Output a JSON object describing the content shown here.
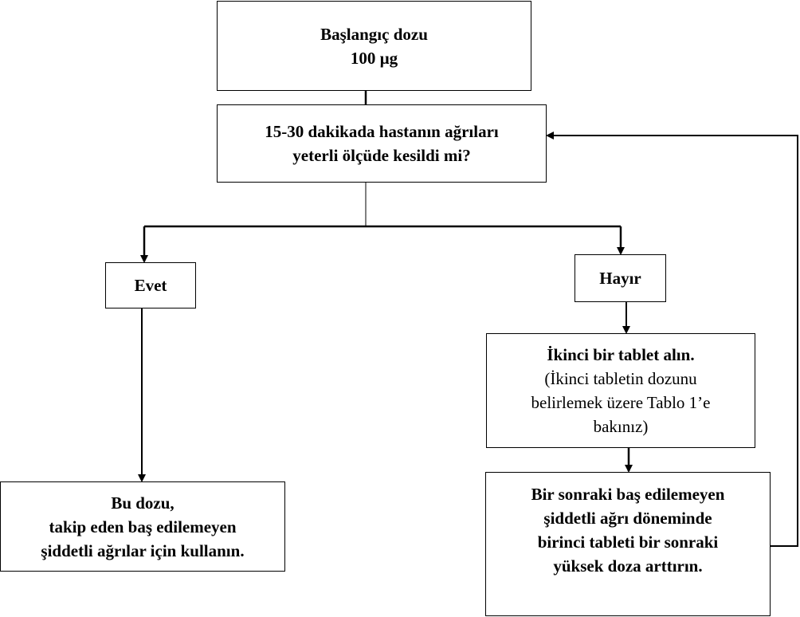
{
  "nodes": {
    "start": {
      "lines": [
        "Başlangıç dozu",
        "100 µg"
      ]
    },
    "question": {
      "lines": [
        "15-30 dakikada hastanın ağrıları",
        "yeterli ölçüde kesildi mi?"
      ]
    },
    "yes": {
      "label": "Evet"
    },
    "no": {
      "label": "Hayır"
    },
    "second_tablet": {
      "title": "İkinci bir tablet alın.",
      "note_lines": [
        "(İkinci tabletin dozunu",
        "belirlemek üzere Tablo 1’e",
        "bakınız)"
      ]
    },
    "use_dose": {
      "lines": [
        "Bu dozu,",
        "takip eden baş edilemeyen",
        "şiddetli ağrılar için kullanın."
      ]
    },
    "increase": {
      "lines": [
        "Bir sonraki baş edilemeyen",
        "şiddetli ağrı döneminde",
        "birinci tableti bir sonraki",
        "yüksek doza arttırın."
      ]
    }
  }
}
